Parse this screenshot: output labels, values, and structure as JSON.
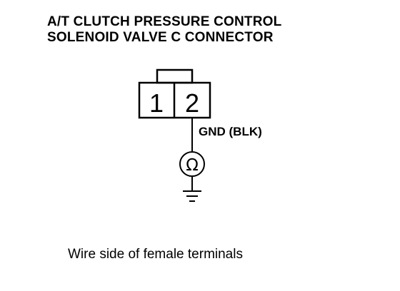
{
  "title": {
    "line1": "A/T CLUTCH PRESSURE CONTROL",
    "line2": "SOLENOID VALVE C CONNECTOR"
  },
  "connector": {
    "terminal_1": "1",
    "terminal_2": "2"
  },
  "meter": {
    "symbol": "Ω",
    "lead_label": "GND (BLK)"
  },
  "caption": "Wire side of female terminals"
}
